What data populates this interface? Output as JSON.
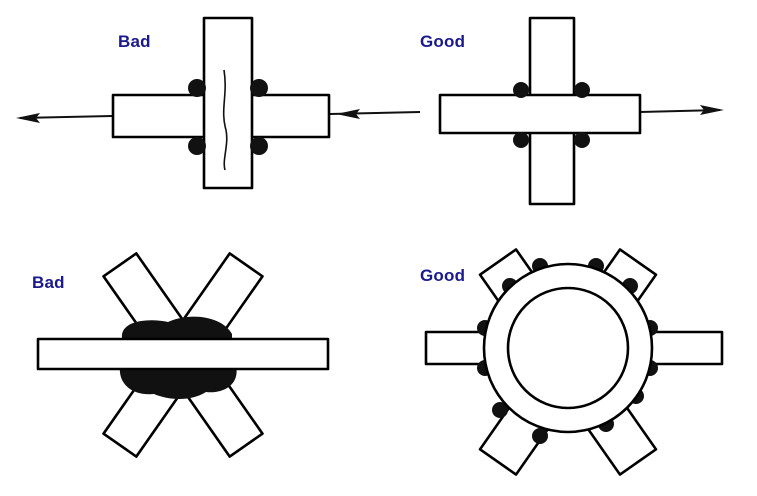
{
  "labels": {
    "top_left": "Bad",
    "top_right": "Good",
    "bottom_left": "Bad",
    "bottom_right": "Good"
  },
  "colors": {
    "label": "#1a1a8c",
    "weld": "#111111",
    "outline": "#000000",
    "background": "#ffffff"
  }
}
